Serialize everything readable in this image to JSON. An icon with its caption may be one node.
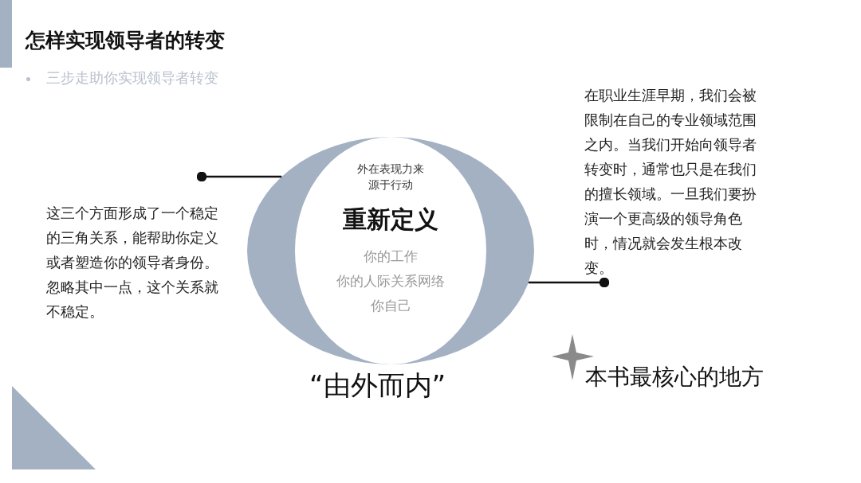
{
  "diagram": {
    "title": "怎样实现领导者的转变",
    "nodes": [
      {
        "text": [],
        "shape": "ellipse"
      },
      {
        "text": [
          "外在表现力来源于行动",
          "重新定义",
          "你的工作",
          "你的人际关系网络",
          "你自己"
        ],
        "in": 0
      },
      {
        "text": [
          "这三个方面形成了一个稳定的三角关系，能帮助你定义或者塑造你的领导者身份。忽略其中一点，这个关系就不稳定。"
        ]
      },
      {
        "text": [
          "在职业生涯早期，我们会被限制在自己的专业领域范围之内。当我们开始向领导者转变时，通常也只是在我们的擅长领域。一旦我们要扮演一个更高级的领导角色时，情况就会发生根本改变。"
        ]
      }
    ],
    "edges": [
      {
        "from": 2,
        "to": 0,
        "arrow": "other"
      },
      {
        "from": 3,
        "to": 0,
        "arrow": "other"
      }
    ],
    "labels": [
      "三步走助你实现领导者转变",
      "“由外而内”",
      "本书最核心的地方"
    ]
  }
}
